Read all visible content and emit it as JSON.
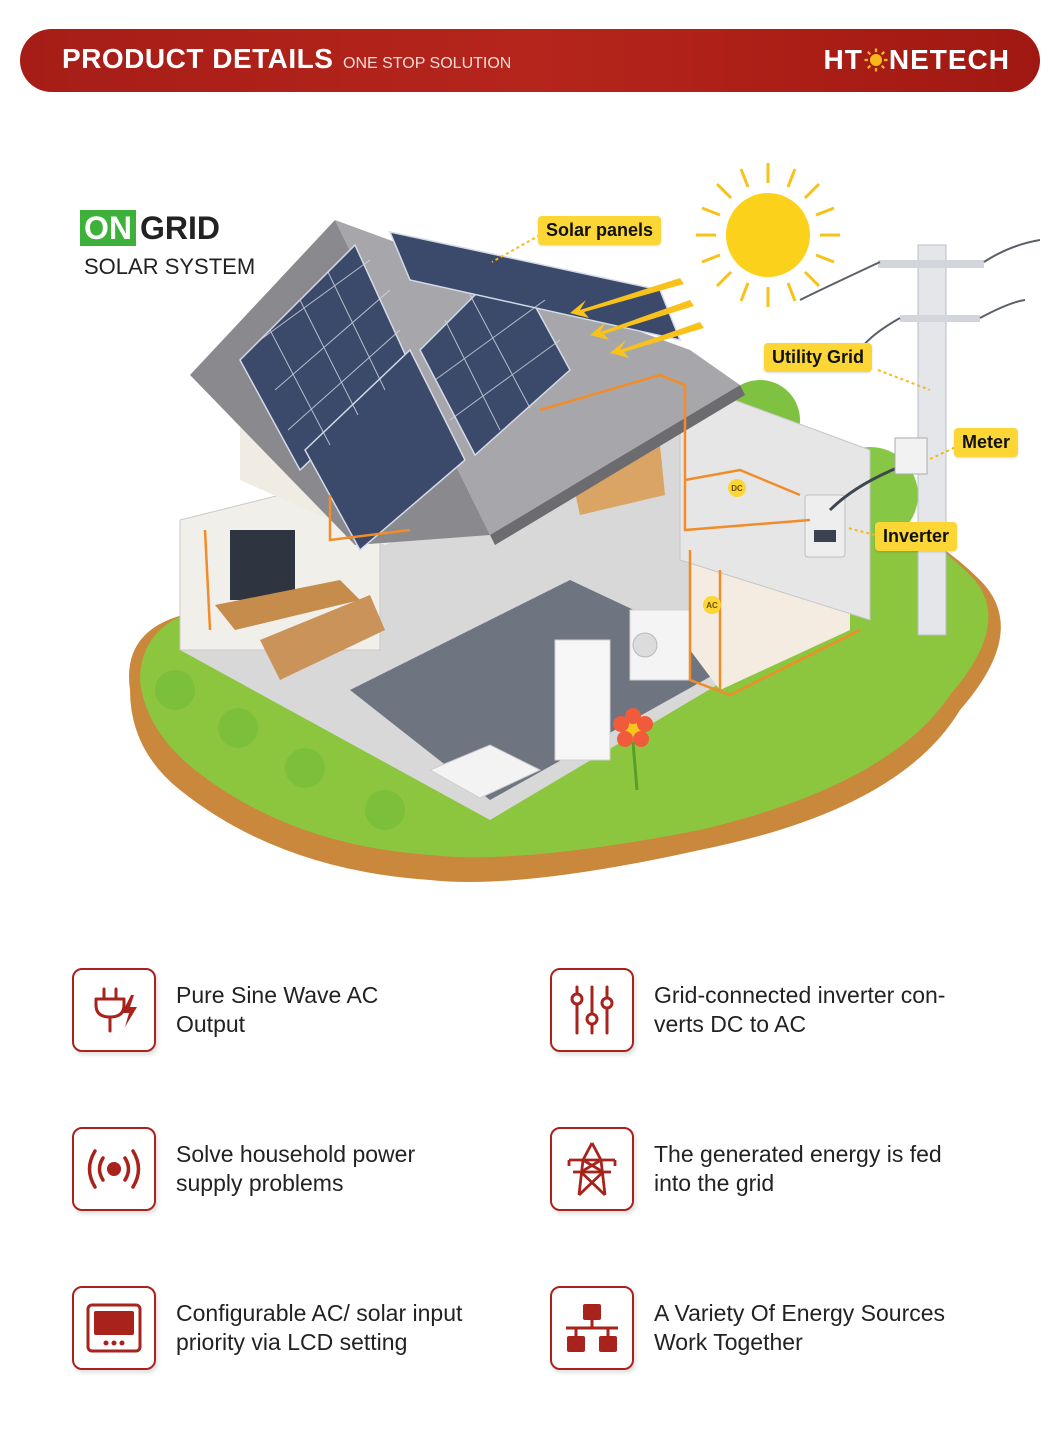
{
  "header": {
    "title": "PRODUCT DETAILS",
    "subtitle": "ONE STOP SOLUTION",
    "brand_left": "HT",
    "brand_right": "NETECH"
  },
  "badge": {
    "on": "ON",
    "grid": "GRID",
    "system": "SOLAR SYSTEM"
  },
  "callouts": {
    "solar_panels": "Solar panels",
    "utility_grid": "Utility Grid",
    "meter": "Meter",
    "inverter": "Inverter",
    "dc": "DC",
    "ac": "AC"
  },
  "features": [
    {
      "icon": "plug-bolt-icon",
      "text_line1": "Pure Sine Wave AC",
      "text_line2": "Output"
    },
    {
      "icon": "sliders-icon",
      "text_line1": "Grid-connected inverter con-",
      "text_line2": "verts DC to AC"
    },
    {
      "icon": "broadcast-icon",
      "text_line1": "Solve household power",
      "text_line2": "supply problems"
    },
    {
      "icon": "transmission-tower-icon",
      "text_line1": "The generated energy is fed",
      "text_line2": "into the grid"
    },
    {
      "icon": "lcd-display-icon",
      "text_line1": "Configurable AC/ solar input",
      "text_line2": "priority via LCD setting"
    },
    {
      "icon": "network-icon",
      "text_line1": "A Variety Of Energy Sources",
      "text_line2": "Work Together"
    }
  ],
  "colors": {
    "accent": "#a7231b",
    "badge_green": "#3eb13a",
    "callout_yellow": "#fbd634",
    "grass": "#8cc63f"
  }
}
